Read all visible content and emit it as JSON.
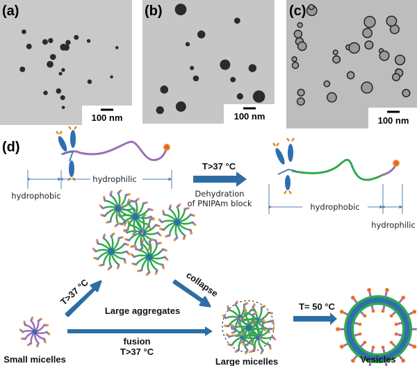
{
  "panels": [
    {
      "label": "(a)",
      "scale_bar": "100 nm"
    },
    {
      "label": "(b)",
      "scale_bar": "100 nm"
    },
    {
      "label": "(c)",
      "scale_bar": "100 nm"
    }
  ],
  "scheme": {
    "label": "(d)",
    "transition_temp": "T>37 °C",
    "transition_note_line1": "Dehydration",
    "transition_note_line2": "of PNIPAm block",
    "left_molecule": {
      "hydrophobic": "hydrophobic",
      "hydrophilic": "hydrophilic"
    },
    "right_molecule": {
      "hydrophobic": "hydrophobic",
      "hydrophilic": "hydrophilic"
    },
    "aggregation_temp": "T>37 °C",
    "aggregates_label": "Large aggregates",
    "collapse_label": "collapse",
    "fusion_label": "fusion",
    "fusion_temp": "T>37 °C",
    "vesicle_temp": "T= 50 °C",
    "small_micelles": "Small micelles",
    "large_micelles": "Large micelles",
    "vesicles": "Vesicles"
  },
  "colors": {
    "arrow": "#2e6da4",
    "hydrophilic_chain": "#9b6fb5",
    "hydrophobic_chain": "#2fa84f",
    "end_group": "#d42020",
    "core": "#2f6fb0"
  }
}
